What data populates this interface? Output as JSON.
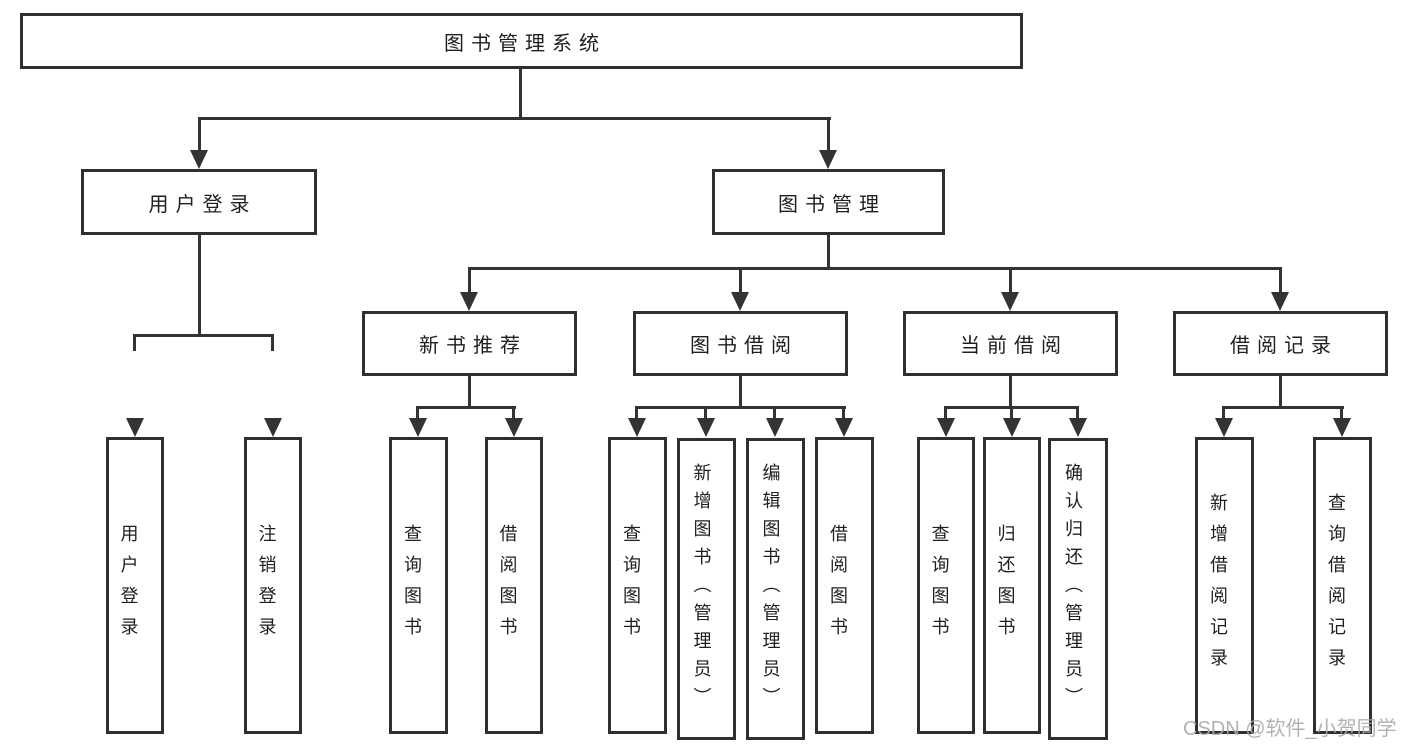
{
  "diagram_title": "图书管理系统",
  "tree": {
    "label": "图书管理系统",
    "children": [
      {
        "label": "用户登录",
        "children": [
          {
            "label": "用户登录"
          },
          {
            "label": "注销登录"
          }
        ]
      },
      {
        "label": "图书管理",
        "children": [
          {
            "label": "新书推荐",
            "children": [
              {
                "label": "查询图书"
              },
              {
                "label": "借阅图书"
              }
            ]
          },
          {
            "label": "图书借阅",
            "children": [
              {
                "label": "查询图书"
              },
              {
                "label": "新增图书（管理员）"
              },
              {
                "label": "编辑图书（管理员）"
              },
              {
                "label": "借阅图书"
              }
            ]
          },
          {
            "label": "当前借阅",
            "children": [
              {
                "label": "查询图书"
              },
              {
                "label": "归还图书"
              },
              {
                "label": "确认归还（管理员）"
              }
            ]
          },
          {
            "label": "借阅记录",
            "children": [
              {
                "label": "新增借阅记录"
              },
              {
                "label": "查询借阅记录"
              }
            ]
          }
        ]
      }
    ]
  },
  "watermark": {
    "text": "CSDN @软件_小贺同学"
  },
  "colors": {
    "background": "#ffffff",
    "box_border": "#2f2f2f",
    "line": "#333333",
    "text": "#1f1f1f",
    "watermark": "#aaaaaa"
  }
}
